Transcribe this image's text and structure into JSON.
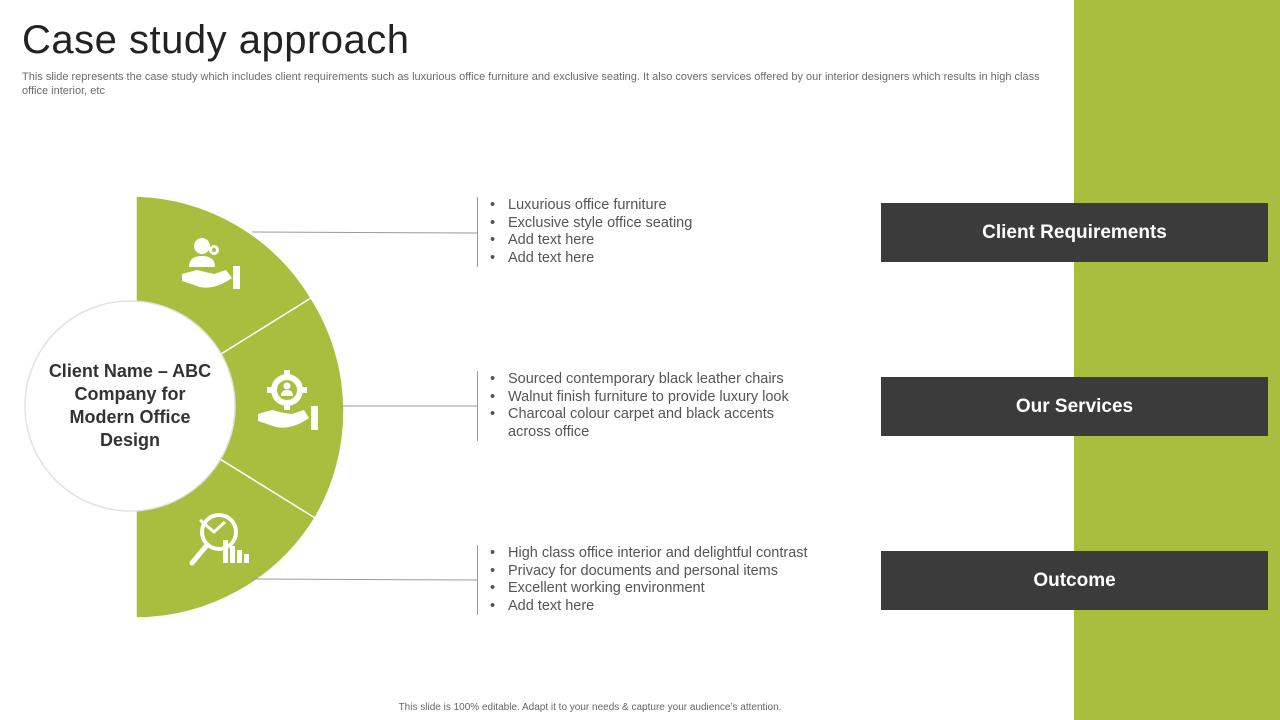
{
  "slide": {
    "title": "Case study approach",
    "subtitle": "This slide represents the case study which includes client requirements such as luxurious office furniture and exclusive seating. It also covers services offered by our interior designers which results in high class office interior, etc",
    "footer": "This slide is 100% editable. Adapt it to your needs & capture your audience’s attention."
  },
  "colors": {
    "accent": "#a9be3e",
    "label_bg": "#3b3b3b",
    "connector": "#9a9a9a"
  },
  "center": {
    "client_name": "Client Name – ABC Company for Modern Office Design"
  },
  "sections": [
    {
      "icon": "person-gear-hand-icon",
      "label": "Client Requirements",
      "bullets": [
        "Luxurious office furniture",
        "Exclusive style office seating",
        "Add text here",
        "Add text here"
      ]
    },
    {
      "icon": "gear-person-hand-icon",
      "label": "Our Services",
      "bullets": [
        "Sourced contemporary black leather chairs",
        "Walnut finish furniture to provide luxury look",
        "Charcoal colour carpet and black accents across office"
      ]
    },
    {
      "icon": "magnifier-chart-icon",
      "label": "Outcome",
      "bullets": [
        "High class office interior and delightful contrast",
        "Privacy for documents and personal items",
        "Excellent working environment",
        "Add text here"
      ]
    }
  ]
}
